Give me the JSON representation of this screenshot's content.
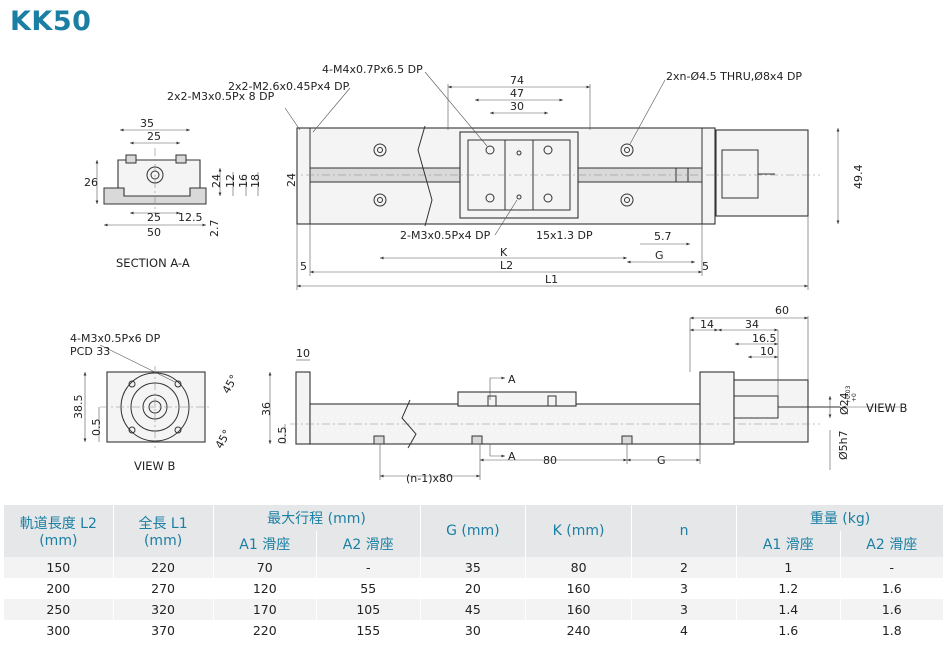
{
  "title": "KK50",
  "views": {
    "section_label": "SECTION A-A",
    "view_b_label": "VIEW B",
    "view_b_arrow_label": "VIEW B",
    "arrow_a_top": "A",
    "arrow_a_bottom": "A"
  },
  "callouts": {
    "m4": "4-M4x0.7Px6.5 DP",
    "m26": "2x2-M2.6x0.45Px4 DP",
    "m3": "2x2-M3x0.5Px 8 DP",
    "thru": "2xn-Ø4.5 THRU,Ø8x4 DP",
    "m3_bottom": "2-M3x0.5Px4 DP",
    "dp15": "15x1.3 DP",
    "pcd_holes": "4-M3x0.5Px6 DP",
    "pcd": "PCD 33"
  },
  "dims": {
    "d35": "35",
    "d25a": "25",
    "d26": "26",
    "d24": "24",
    "d18": "18",
    "d12": "12",
    "d16": "16",
    "d2_7": "2.7",
    "d25b": "25",
    "d12_5": "12.5",
    "d50": "50",
    "d74": "74",
    "d47": "47",
    "d30": "30",
    "d49_4": "49.4",
    "d5_7": "5.7",
    "g": "G",
    "k": "K",
    "l2": "L2",
    "l1": "L1",
    "d5a": "5",
    "d5b": "5",
    "d38_5": "38.5",
    "d0_5a": "0.5",
    "d45a": "45°",
    "d45b": "45°",
    "d10a": "10",
    "d36": "36",
    "d0_5b": "0.5",
    "d80": "80",
    "g2": "G",
    "n1x80": "(n-1)x80",
    "d60": "60",
    "d14": "14",
    "d34": "34",
    "d16_5": "16.5",
    "d10b": "10",
    "d24h7": "Ø24",
    "tol_up": "+0.03",
    "tol_dn": "+0",
    "d5h7": "Ø5h7"
  },
  "table": {
    "headers": {
      "l2": "軌道長度 L2\n(mm)",
      "l1": "全長 L1\n(mm)",
      "stroke": "最大行程 (mm)",
      "stroke_a1": "A1 滑座",
      "stroke_a2": "A2 滑座",
      "g": "G (mm)",
      "k": "K (mm)",
      "n": "n",
      "weight": "重量 (kg)",
      "weight_a1": "A1 滑座",
      "weight_a2": "A2 滑座"
    },
    "rows": [
      [
        "150",
        "220",
        "70",
        "-",
        "35",
        "80",
        "2",
        "1",
        "-"
      ],
      [
        "200",
        "270",
        "120",
        "55",
        "20",
        "160",
        "3",
        "1.2",
        "1.6"
      ],
      [
        "250",
        "320",
        "170",
        "105",
        "45",
        "160",
        "3",
        "1.4",
        "1.6"
      ],
      [
        "300",
        "370",
        "220",
        "155",
        "30",
        "240",
        "4",
        "1.6",
        "1.8"
      ]
    ]
  }
}
